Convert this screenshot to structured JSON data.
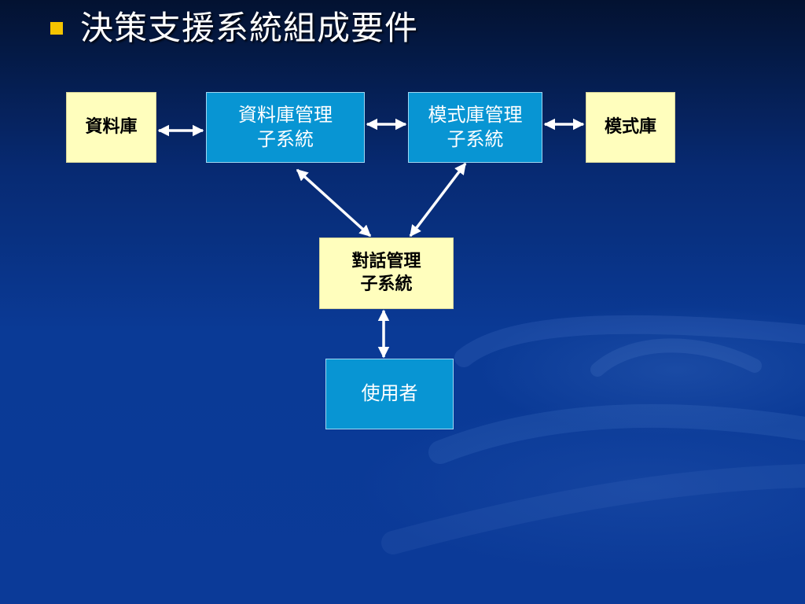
{
  "slide": {
    "title": "決策支援系統組成要件"
  },
  "diagram": {
    "nodes": {
      "database": "資料庫",
      "database_management": "資料庫管理\n子系統",
      "model_management": "模式庫管理\n子系統",
      "model_base": "模式庫",
      "dialog_management": "對話管理\n子系統",
      "user": "使用者"
    },
    "edges": [
      {
        "from": "database",
        "to": "database_management",
        "direction": "bidirectional"
      },
      {
        "from": "database_management",
        "to": "model_management",
        "direction": "bidirectional"
      },
      {
        "from": "model_management",
        "to": "model_base",
        "direction": "bidirectional"
      },
      {
        "from": "database_management",
        "to": "dialog_management",
        "direction": "bidirectional"
      },
      {
        "from": "model_management",
        "to": "dialog_management",
        "direction": "bidirectional"
      },
      {
        "from": "dialog_management",
        "to": "user",
        "direction": "bidirectional"
      }
    ]
  },
  "colors": {
    "background": "#0a3a96",
    "title_text": "#ffffff",
    "bullet": "#f5c400",
    "yellow_box": "#fffebd",
    "blue_box": "#0895d3",
    "arrow": "#ffffff"
  }
}
